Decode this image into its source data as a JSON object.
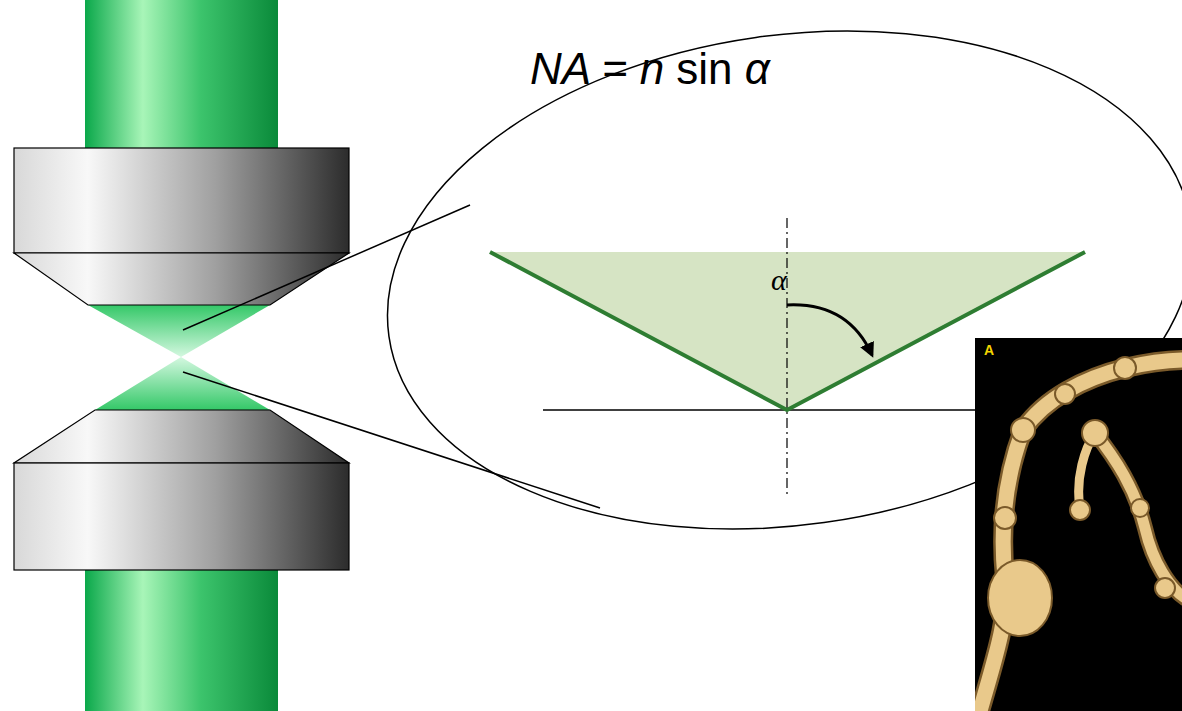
{
  "diagram": {
    "nodes": [
      {
        "text": [
          "NA = n sin α",
          "α"
        ]
      }
    ],
    "labels": [
      "A"
    ]
  }
}
